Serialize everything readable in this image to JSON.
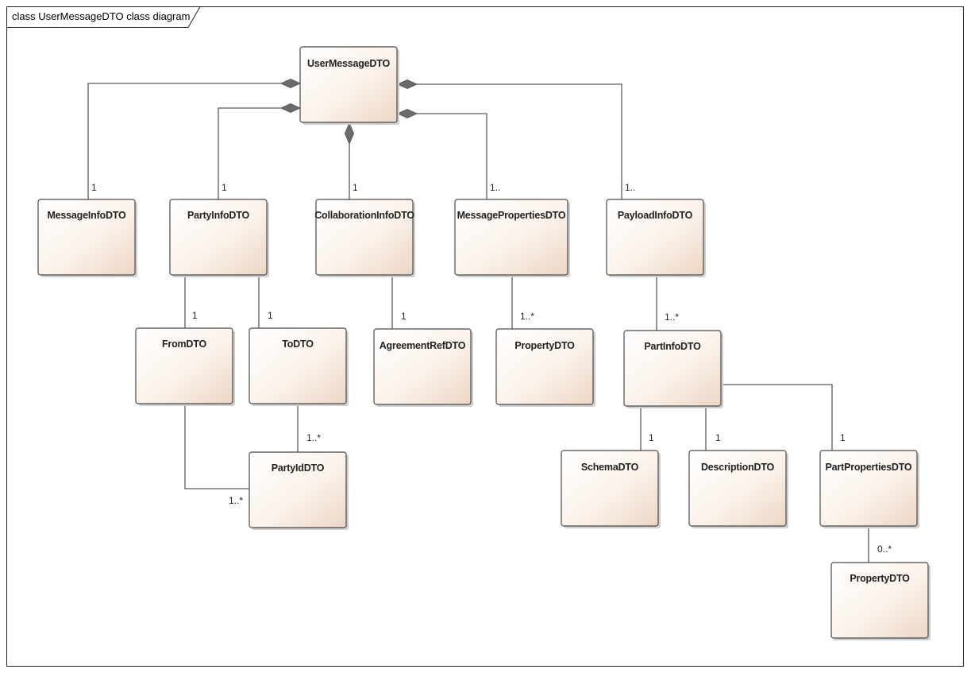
{
  "diagram": {
    "title": "class UserMessageDTO class diagram",
    "classes": {
      "user_message": "UserMessageDTO",
      "message_info": "MessageInfoDTO",
      "party_info": "PartyInfoDTO",
      "collaboration_info": "CollaborationInfoDTO",
      "message_properties": "MessagePropertiesDTO",
      "payload_info": "PayloadInfoDTO",
      "from": "FromDTO",
      "to": "ToDTO",
      "agreement_ref": "AgreementRefDTO",
      "property": "PropertyDTO",
      "part_info": "PartInfoDTO",
      "party_id": "PartyIdDTO",
      "schema": "SchemaDTO",
      "description": "DescriptionDTO",
      "part_properties": "PartPropertiesDTO",
      "part_property": "PropertyDTO"
    },
    "multiplicities": {
      "message_info": "1",
      "party_info": "1",
      "collaboration_info": "1",
      "message_properties": "1..",
      "payload_info": "1..",
      "from": "1",
      "to": "1",
      "agreement_ref": "1",
      "property": "1..*",
      "part_info": "1..*",
      "party_id_from_to": "1..*",
      "party_id_from_from": "1..*",
      "schema": "1",
      "description": "1",
      "part_properties": "1",
      "part_property": "0..*"
    }
  }
}
